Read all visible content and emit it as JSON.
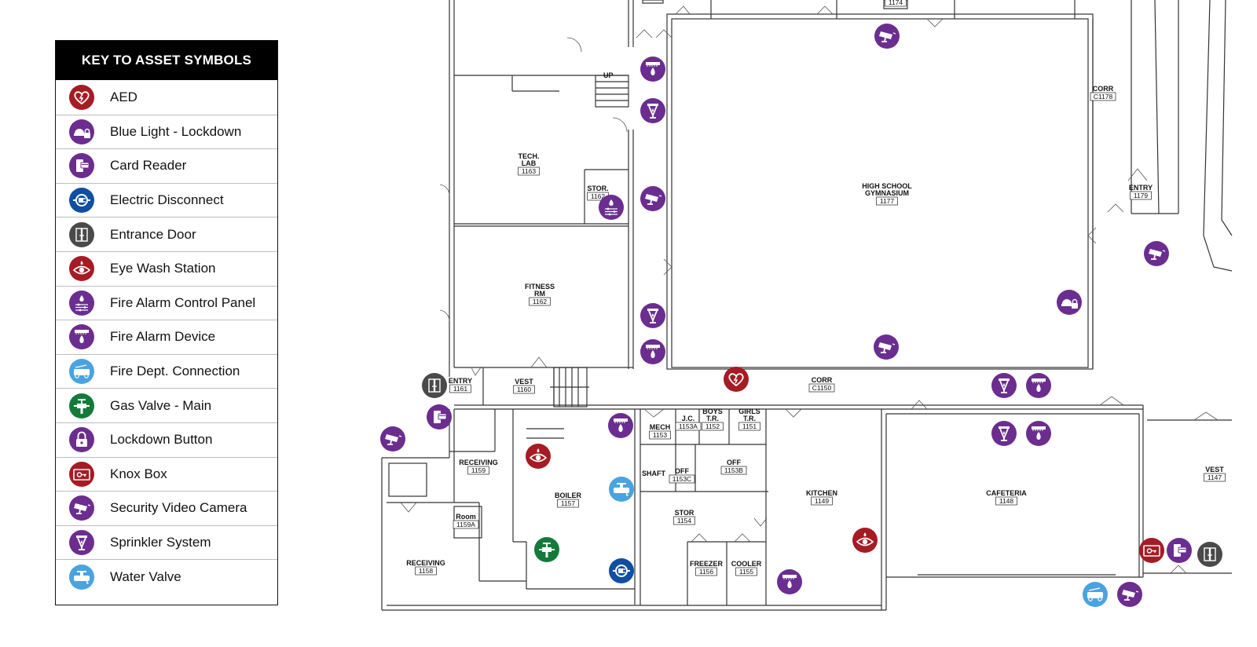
{
  "legend": {
    "title": "KEY TO ASSET SYMBOLS",
    "items": [
      {
        "label": "AED",
        "icon": "aed-icon",
        "color": "#a51c24"
      },
      {
        "label": "Blue Light - Lockdown",
        "icon": "blue-light-lockdown-icon",
        "color": "#6b2d8f"
      },
      {
        "label": "Card Reader",
        "icon": "card-reader-icon",
        "color": "#6b2d8f"
      },
      {
        "label": "Electric Disconnect",
        "icon": "electric-disconnect-icon",
        "color": "#0f4ea2"
      },
      {
        "label": "Entrance Door",
        "icon": "entrance-door-icon",
        "color": "#4a4a4a"
      },
      {
        "label": "Eye Wash Station",
        "icon": "eye-wash-icon",
        "color": "#a51c24"
      },
      {
        "label": "Fire Alarm Control Panel",
        "icon": "fire-alarm-control-panel-icon",
        "color": "#6b2d8f"
      },
      {
        "label": "Fire Alarm Device",
        "icon": "fire-alarm-device-icon",
        "color": "#6b2d8f"
      },
      {
        "label": "Fire Dept. Connection",
        "icon": "fire-dept-connection-icon",
        "color": "#4aa3df"
      },
      {
        "label": "Gas Valve - Main",
        "icon": "gas-valve-icon",
        "color": "#137a3a"
      },
      {
        "label": "Lockdown Button",
        "icon": "lockdown-button-icon",
        "color": "#6b2d8f"
      },
      {
        "label": "Knox Box",
        "icon": "knox-box-icon",
        "color": "#a51c24"
      },
      {
        "label": "Security Video Camera",
        "icon": "security-camera-icon",
        "color": "#6b2d8f"
      },
      {
        "label": "Sprinkler System",
        "icon": "sprinkler-icon",
        "color": "#6b2d8f"
      },
      {
        "label": "Water Valve",
        "icon": "water-valve-icon",
        "color": "#4aa3df"
      }
    ]
  },
  "rooms": [
    {
      "name": "TECH.\nLAB",
      "number": "1163"
    },
    {
      "name": "STOR.",
      "number": "1162"
    },
    {
      "name": "FITNESS\nRM",
      "number": "1162"
    },
    {
      "name": "HIGH SCHOOL\nGYMNASIUM",
      "number": "1177"
    },
    {
      "name": "CORR",
      "number": "C1178"
    },
    {
      "name": "ENTRY",
      "number": "1179"
    },
    {
      "name": "",
      "number": "1174"
    },
    {
      "name": "ENTRY",
      "number": "1161"
    },
    {
      "name": "VEST",
      "number": "1160"
    },
    {
      "name": "CORR",
      "number": "C1150"
    },
    {
      "name": "MECH",
      "number": "1153"
    },
    {
      "name": "J.C.",
      "number": "1153A"
    },
    {
      "name": "BOYS\nT.R.",
      "number": "1152"
    },
    {
      "name": "GIRLS\nT.R.",
      "number": "1151"
    },
    {
      "name": "OFF",
      "number": "1153C"
    },
    {
      "name": "OFF",
      "number": "1153B"
    },
    {
      "name": "SHAFT",
      "number": ""
    },
    {
      "name": "RECEIVING",
      "number": "1159"
    },
    {
      "name": "BOILER",
      "number": "1157"
    },
    {
      "name": "Room",
      "number": "1159A"
    },
    {
      "name": "RECEIVING",
      "number": "1158"
    },
    {
      "name": "STOR",
      "number": "1154"
    },
    {
      "name": "FREEZER",
      "number": "1156"
    },
    {
      "name": "COOLER",
      "number": "1155"
    },
    {
      "name": "KITCHEN",
      "number": "1149"
    },
    {
      "name": "CAFETERIA",
      "number": "1148"
    },
    {
      "name": "VEST",
      "number": "1147"
    }
  ],
  "stair_label": "UP",
  "markers": [
    {
      "type": "security-camera",
      "color": "#6b2d8f"
    },
    {
      "type": "fire-alarm-device",
      "color": "#6b2d8f"
    },
    {
      "type": "sprinkler",
      "color": "#6b2d8f"
    },
    {
      "type": "fire-alarm-control-panel",
      "color": "#6b2d8f"
    },
    {
      "type": "security-camera",
      "color": "#6b2d8f"
    },
    {
      "type": "sprinkler",
      "color": "#6b2d8f"
    },
    {
      "type": "fire-alarm-device",
      "color": "#6b2d8f"
    },
    {
      "type": "security-camera",
      "color": "#6b2d8f"
    },
    {
      "type": "security-camera",
      "color": "#6b2d8f"
    },
    {
      "type": "blue-light-lockdown",
      "color": "#6b2d8f"
    },
    {
      "type": "aed",
      "color": "#a51c24"
    },
    {
      "type": "sprinkler",
      "color": "#6b2d8f"
    },
    {
      "type": "fire-alarm-device",
      "color": "#6b2d8f"
    },
    {
      "type": "entrance-door",
      "color": "#4a4a4a"
    },
    {
      "type": "card-reader",
      "color": "#6b2d8f"
    },
    {
      "type": "security-camera",
      "color": "#6b2d8f"
    },
    {
      "type": "fire-alarm-device",
      "color": "#6b2d8f"
    },
    {
      "type": "eye-wash",
      "color": "#a51c24"
    },
    {
      "type": "water-valve",
      "color": "#4aa3df"
    },
    {
      "type": "gas-valve",
      "color": "#137a3a"
    },
    {
      "type": "electric-disconnect",
      "color": "#0f4ea2"
    },
    {
      "type": "sprinkler",
      "color": "#6b2d8f"
    },
    {
      "type": "fire-alarm-device",
      "color": "#6b2d8f"
    },
    {
      "type": "fire-alarm-device",
      "color": "#6b2d8f"
    },
    {
      "type": "eye-wash",
      "color": "#a51c24"
    },
    {
      "type": "knox-box",
      "color": "#a51c24"
    },
    {
      "type": "card-reader",
      "color": "#6b2d8f"
    },
    {
      "type": "entrance-door",
      "color": "#4a4a4a"
    },
    {
      "type": "fire-dept-connection",
      "color": "#4aa3df"
    },
    {
      "type": "security-camera",
      "color": "#6b2d8f"
    }
  ]
}
